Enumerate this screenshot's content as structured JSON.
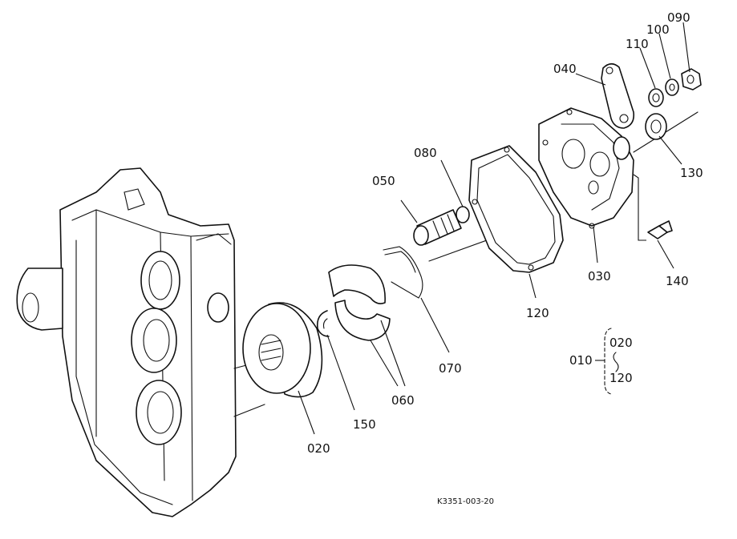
{
  "labels": {
    "l010": "010",
    "l020": "020",
    "l030": "030",
    "l040": "040",
    "l050": "050",
    "l060": "060",
    "l070": "070",
    "l080": "080",
    "l090": "090",
    "l100": "100",
    "l110": "110",
    "l120": "120",
    "l130": "130",
    "l140": "140",
    "l150": "150"
  },
  "assembly": {
    "parent": "010",
    "child_top": "020",
    "child_bottom": "120"
  },
  "reference_code": "K3351-003-20"
}
